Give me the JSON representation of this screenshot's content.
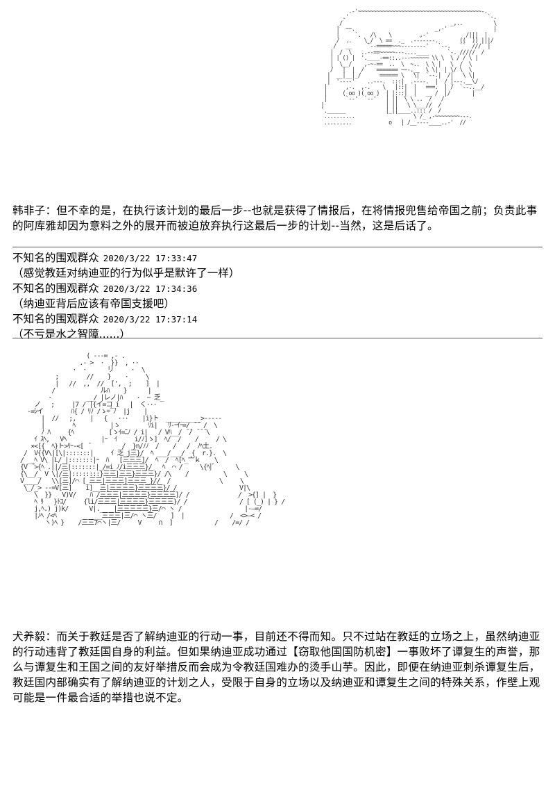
{
  "art_top": {
    "lines": [
      "          .-'~~~~~~~~~~~~~~~~~~~~~~~~~~~~~~~~~~~~~~~~-.",
      "        .'                                             `-.",
      "       /                                   _,..          \\",
      "      |  ~~.                          _,-'               |",
      "      |     `.   /\\    \\         ,-'            /|||  |",
      "      /  ..    \\_/  \\ ==  ._  .-------.       ((  )) |||/",
      "     /   __     `--=====~~~--------'   `--.   ``  ///  |",
      "    |  /  \\   ..--==~~~~~---....____      `-. /////  /",
      "    | | () |  '.____-==::..---~~~~~~ \\\\ \\  \\ / / \\ |",
      "    |  \\__/    ,-~-==  ..  \\  ~..  \\ \\ |   \\  /  \\",
      "    /   |  |  /    ======= ~~-.__  \\ \\|  | \\/ \\  \\",
      "   |  __|__|_/      ====== \\   \\|  `--.|  /|   \\ \\|",
      "   |  '----'    ..---.  :::|  .----.  |  / |---.__\\/",
      "  |      ,-.  ,-.    \\   |::|  |   ===.  | /  `--..__/",
      "  |     ( oo )( oo )  | |:::|  |   __ /  |/       |",
      "  |      `--'  `--'   | ||  \\ \\ ..  /   /",
      " |                    | ||   \\ \\___//  /",
      " `.______             |_||____..::: /  /",
      "  ..........                   \\ /_ ,-~~~~~~~~---.",
      "  .........            o   | /__----____..-'  //"
    ]
  },
  "paragraph_1": {
    "speaker": "韩非子",
    "separator": "：",
    "text": "韩非子：但不幸的是，在执行该计划的最后一步--也就是获得了情报后，在将情报兜售给帝国之前；负责此事的阿库雅却因为意料之外的展开而被迫放弃执行这最后一步的计划--当然，这是后话了。"
  },
  "comments": [
    {
      "author": "不知名的围观群众",
      "timestamp": "2020/3/22 17:33:47",
      "body": "（感觉教廷对纳迪亚的行为似乎是默许了一样）"
    },
    {
      "author": "不知名的围观群众",
      "timestamp": "2020/3/22 17:34:36",
      "body": "（纳迪亚背后应该有帝国支援吧）"
    },
    {
      "author": "不知名的围观群众",
      "timestamp": "2020/3/22 17:37:14",
      "body": "（不亏是水之智障......）"
    }
  ],
  "art_bottom": {
    "lines": [
      "                    ( ---= ,- .",
      "                  .- >  ·  }}  , ··",
      "                ·  ·      リ     ·  \\",
      "           ;        //    }    ·     \\",
      "           |   //  ,,  //  [',  ;    ]  |",
      "          /             ルﾊ    }      |",
      "         ·          __/ |レノ|ﾊ    ·  ~ 乏_",
      "     ノ   ;     |7 / |{イ=コ_i   |  く···",
      "   -=ｼイ        ﾊ{ / ﾘﾉ /ゝ=ﾞﾉ  |j    |",
      "       |  //   ;,    |   {   ···    |i}ト  __________>-----",
      "       |        ﾍ          |ゝ        ﾘi|   ﾘ-ｰｲｰ=/ ̄ ̄  /  \\",
      "       ﾉ ﾊ     {ﾍ          [ゝｲ=ﾆﾉ / i|   / Vﾊ__/ ̄ ̄/ ̄ ̄ ̄ \\",
      "     ｲ ｽﾍ,   Vﾍ          |ｰ  ｲ     i/ﾉ]ゝ]  ﾍ/  /    /     / \\",
      "    ×<[{  ﾍ}ト>ﾘｰ-<[ ̄          /  }n/ﾉﾉ  /    /   /  ﾉﾍ土.",
      "  /  V{{V\\|[\\|:::::::|     ｲ 乏_j三}/  ﾍ ___/___/  {  r.}.  \\",
      " / __ﾍ V\\ |L/ |:::::::|ｰ  ﾊ   [三三三]/  ﾍ  /  ﾍ[ﾍ_亠ｋ    \\",
      " {V ̄ >{ﾍ .||/三|:::::::|_/=i_ﾉ/i三三三}/   ﾍ  ⌒ /     \\{ﾍ]ﾞ      \\",
      " {\\__/_ V \\|/三|::::::::}三三|三三}三三三}/ /\\    /          \\     \\",
      " V____/   \\\\[三]/⌒ [_三三|三三三]三三三_}//  /              \\     \\",
      "  \\_/_> --=V[三]    i]__三|三三三三}三三三三}/ /                  V|\\",
      "     \\  }}   V)V/    ﾊ /三三三|三三三三}三三三三]/ /              /  >{] |  }",
      "     ﾍ ﾘ   }ﾄｺ/     {li/三三三|三三三三}三三三三}/ /               / [ (_) | } /",
      "     j,ﾍ.) j)k/      V|.____|三三三三三}三/⌒ ヽ /                  |-―=/",
      "     |ﾉﾍ /<ﾍ         ____三三三|三/⌒ ヽ三/    ]  |             /  <>―< /",
      "        ヽ)ﾍ }    /三三7⌒ヽ|三/     V     ∩  ]            /    /=/ /"
    ]
  },
  "paragraph_2": {
    "speaker": "犬养毅",
    "separator": "：",
    "text": "犬养毅：而关于教廷是否了解纳迪亚的行动一事，目前还不得而知。只不过站在教廷的立场之上，虽然纳迪亚的行动违背了教廷国自身的利益。但如果纳迪亚成功通过【窃取他国国防机密】一事败坏了谭复生的声誉，那么与谭复生和王国之间的友好举措反而会成为令教廷国难办的烫手山芋。因此，即便在纳迪亚刺杀谭复生后，教廷国内部确实有了解纳迪亚的计划之人，受限于自身的立场以及纳迪亚和谭复生之间的特殊关系，作壁上观可能是一件最合适的举措也说不定。"
  },
  "colors": {
    "background": "#ffffff",
    "text": "#000000",
    "divider": "#555555",
    "art": "#333333"
  }
}
